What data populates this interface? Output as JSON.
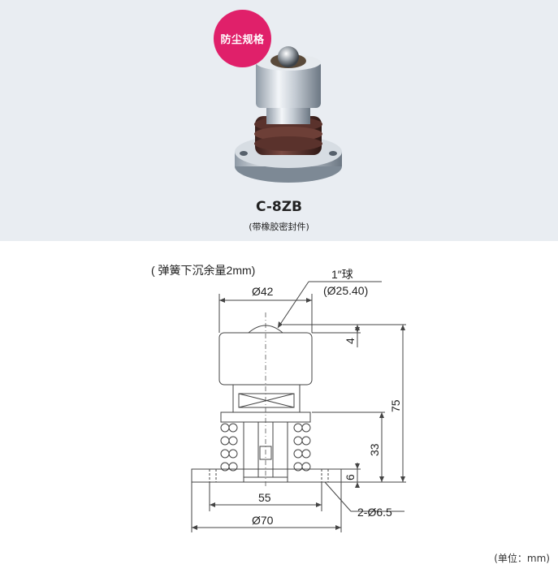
{
  "badge": {
    "label": "防尘规格"
  },
  "product": {
    "model": "C-8ZB",
    "subtitle": "(带橡胶密封件)"
  },
  "drawing": {
    "note": "( 弹簧下沉余量2mm)",
    "ball_label": "1″球",
    "ball_diameter": "(Ø25.40)",
    "dim_top_width": "Ø42",
    "dim_ball_protrusion": "4",
    "dim_total_height": "75",
    "dim_spring_height": "33",
    "dim_flange_thickness": "6",
    "dim_hole_pitch": "55",
    "dim_flange_diameter": "Ø70",
    "dim_holes": "2-Ø6.5"
  },
  "unit_label": "(单位：mm)",
  "colors": {
    "badge": "#e0206a",
    "panel": "#e9edf2",
    "line": "#444444"
  }
}
